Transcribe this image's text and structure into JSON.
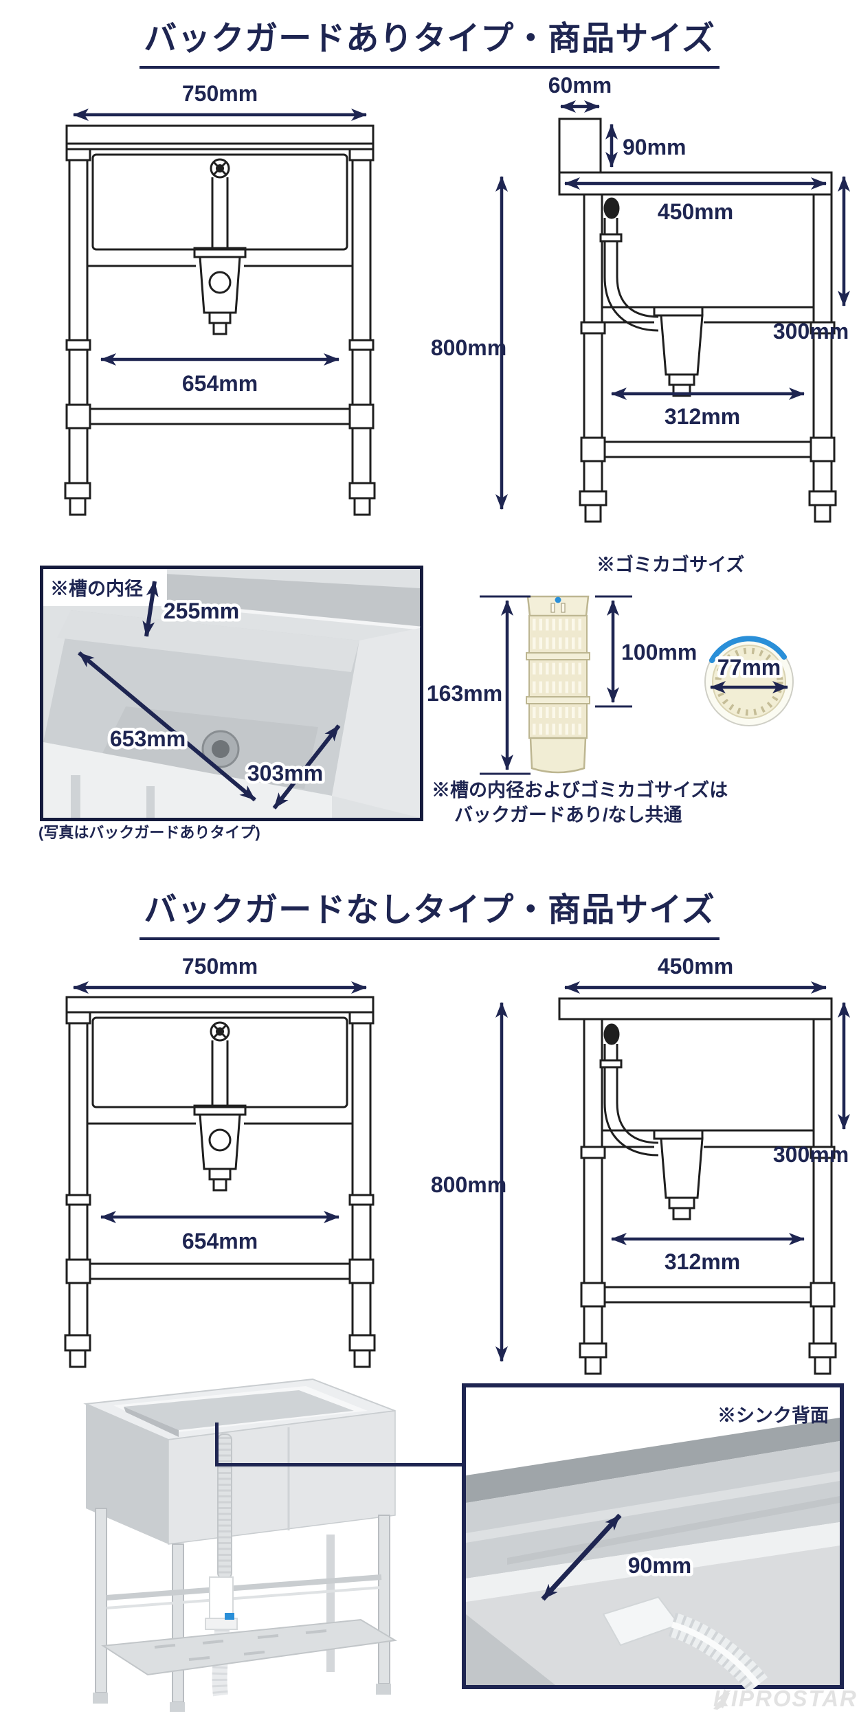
{
  "colors": {
    "navy": "#1e2551",
    "line": "#1f1f1f",
    "blue": "#2a8fd8",
    "cream": "#efe9cf"
  },
  "section_a": {
    "title": "バックガードありタイプ・商品サイズ",
    "front": {
      "width": "750mm",
      "inner_width": "654mm"
    },
    "side": {
      "guard_width": "60mm",
      "guard_height": "90mm",
      "depth": "450mm",
      "bowl_depth": "300mm",
      "height": "800mm",
      "leg_span": "312mm"
    }
  },
  "bowl": {
    "label": "※槽の内径",
    "inner_depth": "255mm",
    "inner_width": "653mm",
    "inner_front": "303mm",
    "caption": "(写真はバックガードありタイプ)"
  },
  "basket": {
    "title": "※ゴミカゴサイズ",
    "height": "163mm",
    "slit_height": "100mm",
    "diameter": "77mm",
    "note_line1": "※槽の内径およびゴミカゴサイズは",
    "note_line2": "バックガードあり/なし共通"
  },
  "section_b": {
    "title": "バックガードなしタイプ・商品サイズ",
    "front": {
      "width": "750mm",
      "inner_width": "654mm"
    },
    "side": {
      "depth": "450mm",
      "bowl_depth": "300mm",
      "height": "800mm",
      "leg_span": "312mm"
    }
  },
  "back_view": {
    "label": "※シンク背面",
    "clearance": "90mm"
  },
  "brand": {
    "name": "KIPROSTAR",
    "reg": "®"
  }
}
